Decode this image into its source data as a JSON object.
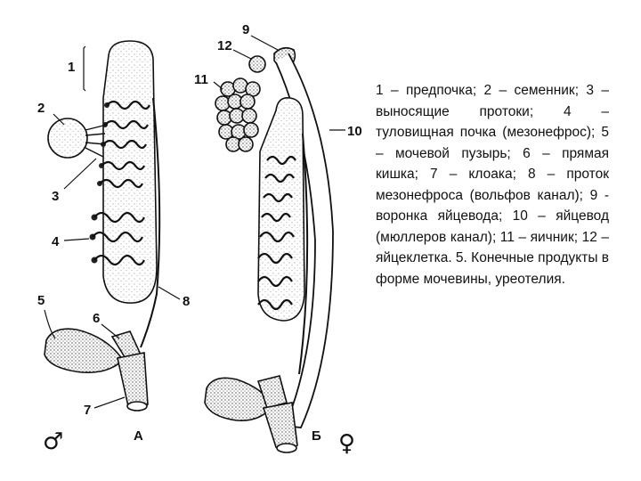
{
  "diagram": {
    "labels": {
      "l1": "1",
      "l2": "2",
      "l3": "3",
      "l4": "4",
      "l5": "5",
      "l6": "6",
      "l7": "7",
      "l8": "8",
      "l9": "9",
      "l10": "10",
      "l11": "11",
      "l12": "12"
    },
    "panel_a": "А",
    "panel_b": "Б",
    "male_symbol": "♂",
    "female_symbol": "♀"
  },
  "caption": "1 – предпочка; 2 – семенник; 3 – выносящие протоки; 4 – туловищная почка (мезонефрос); 5 – мочевой пузырь; 6 – прямая кишка; 7 – клоака; 8 – проток мезонефроса (вольфов канал); 9 - воронка яйцевода; 10 – яйцевод (мюллеров канал); 11 – яичник; 12 – яйцеклетка. 5. Конечные продукты в форме мочевины, уреотелия."
}
